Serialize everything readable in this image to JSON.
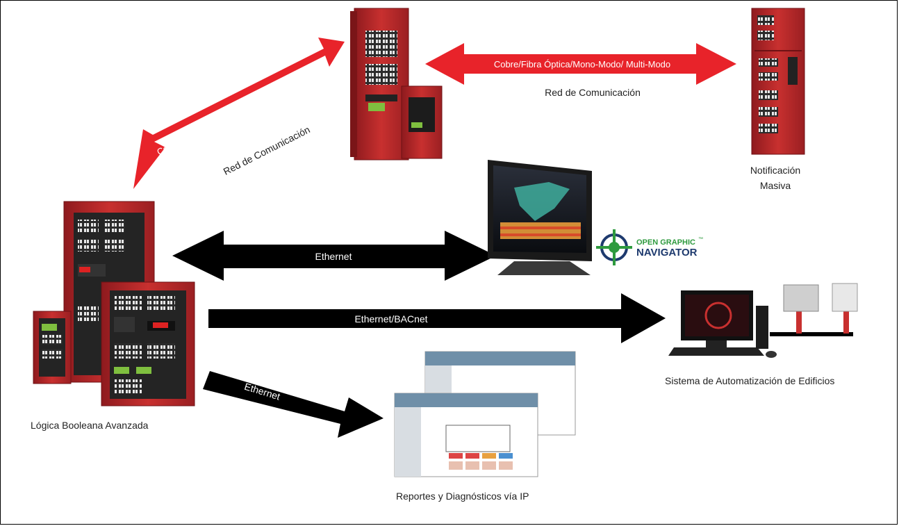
{
  "links": {
    "top_diagonal_label": "Cobre/Fibra Óptica/Mono-Modo/ Multi-Modo",
    "top_diagonal_sub": "Red de Comunicación",
    "top_horizontal_label": "Cobre/Fibra Óptica/Mono-Modo/ Multi-Modo",
    "top_horizontal_sub": "Red de Comunicación",
    "ethernet_1": "Ethernet",
    "ethernet_bacnet": "Ethernet/BACnet",
    "ethernet_2": "Ethernet"
  },
  "nodes": {
    "boolean_panel": "Lógica Booleana Avanzada",
    "mass_notification_line1": "Notificación",
    "mass_notification_line2": "Masiva",
    "bas": "Sistema de Automatización de Edificios",
    "reports": "Reportes y Diagnósticos vía IP"
  },
  "logo": {
    "line1": "OPEN GRAPHIC",
    "tm": "™",
    "line2": "NAVIGATOR"
  },
  "colors": {
    "red_arrow": "#e8232a",
    "black_arrow": "#000000",
    "panel_red": "#c0282d",
    "panel_dark": "#8e1a1e",
    "logo_green": "#2e9a3e",
    "logo_navy": "#1e3a6e"
  }
}
